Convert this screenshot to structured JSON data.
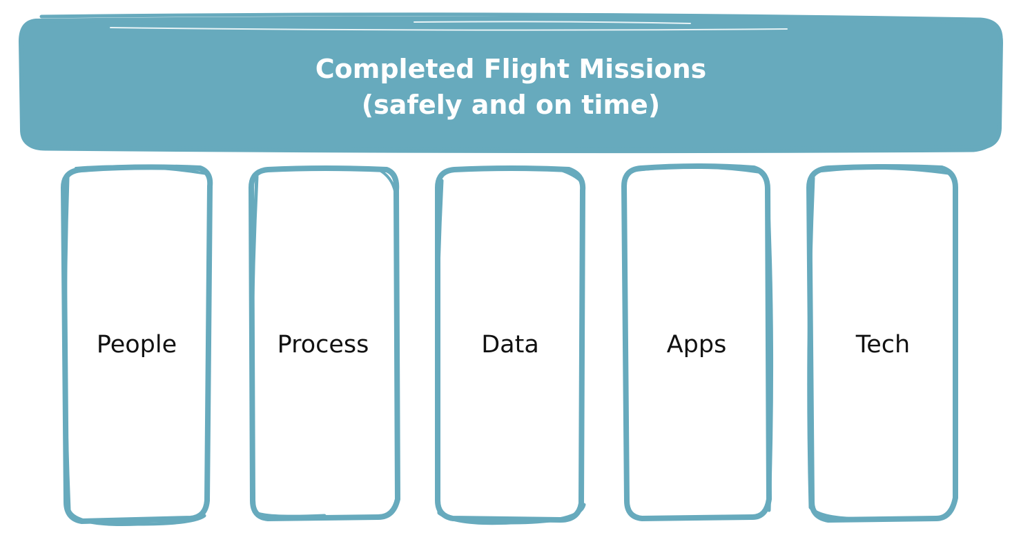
{
  "diagram": {
    "type": "house-pillars",
    "accent_color": "#67aabd",
    "banner": {
      "title_line1": "Completed Flight Missions",
      "title_line2": "(safely and on time)"
    },
    "pillars": [
      {
        "label": "People"
      },
      {
        "label": "Process"
      },
      {
        "label": "Data"
      },
      {
        "label": "Apps"
      },
      {
        "label": "Tech"
      }
    ]
  }
}
